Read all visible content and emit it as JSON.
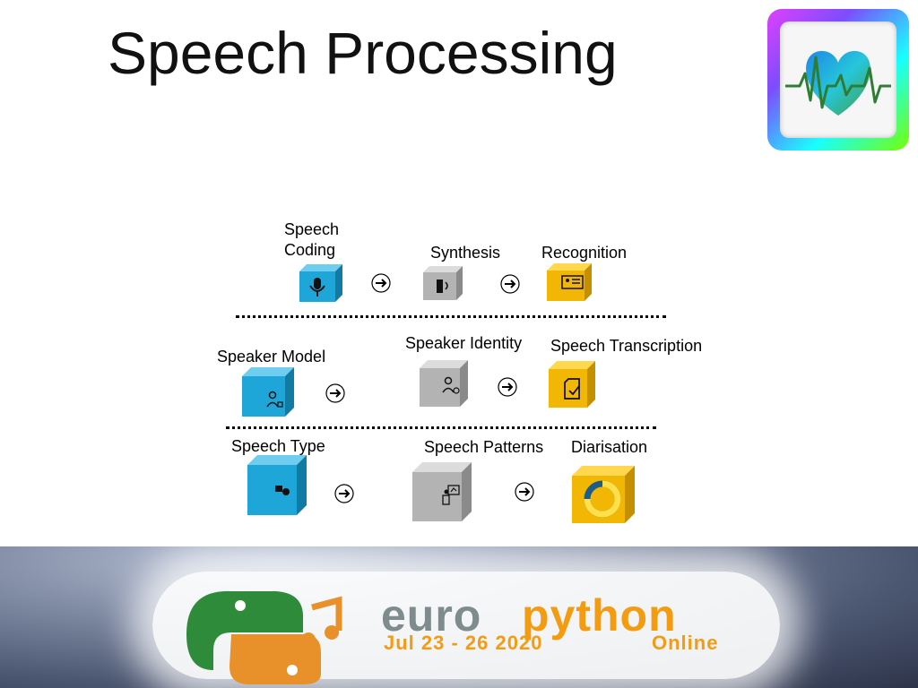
{
  "slide": {
    "title": "Speech Processing"
  },
  "rows": [
    {
      "labels": {
        "left": [
          "Speech",
          "Coding"
        ],
        "mid": "Synthesis",
        "right": "Recognition"
      },
      "icons": {
        "left": "microphone-icon",
        "mid": "speaker-icon",
        "right": "id-card-icon"
      }
    },
    {
      "labels": {
        "left": "Speaker Model",
        "mid": "Speaker Identity",
        "right": "Speech Transcription"
      },
      "icons": {
        "left": "person-model-icon",
        "mid": "person-check-icon",
        "right": "document-check-icon"
      }
    },
    {
      "labels": {
        "left": "Speech Type",
        "mid": "Speech Patterns",
        "right": "Diarisation"
      },
      "icons": {
        "left": "speech-bubbles-icon",
        "mid": "presenter-icon",
        "right": "donut-chart-icon"
      }
    }
  ],
  "colors": {
    "blue_cube": "#1fa6d8",
    "gray_cube": "#b3b3b3",
    "yellow_cube": "#f2b705"
  },
  "banner": {
    "brand_part1": "euro",
    "brand_part2": "python",
    "dates": "Jul 23 - 26 2020",
    "mode": "Online",
    "brand_color1": "#7f8c8d",
    "brand_color2": "#f39c12"
  }
}
